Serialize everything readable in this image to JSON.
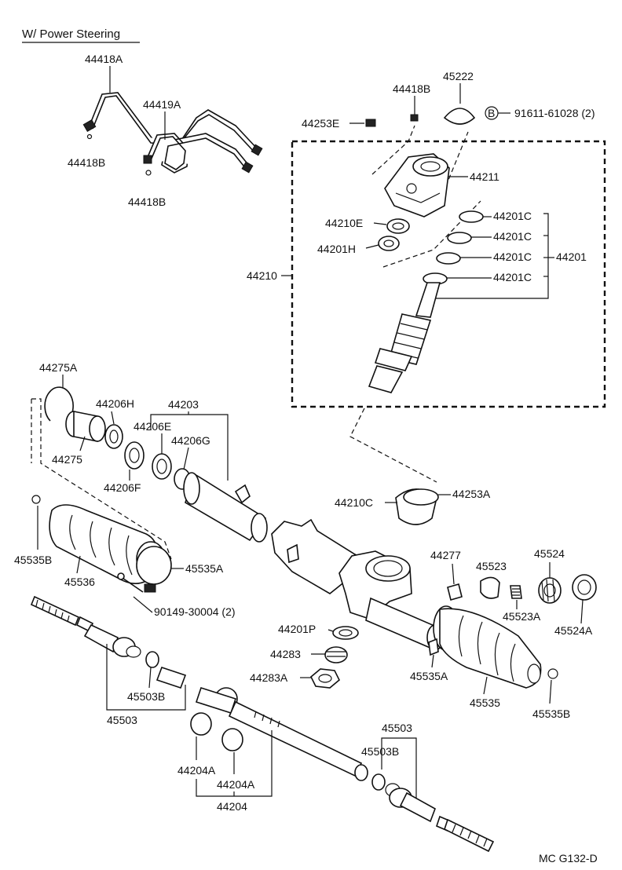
{
  "header": {
    "title": "W/ Power Steering"
  },
  "footer": {
    "code": "MC  G132-D"
  },
  "callouts": {
    "p44418A": "44418A",
    "p44418B_left": "44418B",
    "p44418B_bottom": "44418B",
    "p44419A": "44419A",
    "p44418B_top": "44418B",
    "p45222": "45222",
    "p44253E": "44253E",
    "p91611": "91611-61028 (2)",
    "p44211": "44211",
    "p44210E": "44210E",
    "p44201H": "44201H",
    "p44201C_1": "44201C",
    "p44201C_2": "44201C",
    "p44201C_3": "44201C",
    "p44201C_4": "44201C",
    "p44201": "44201",
    "p44210": "44210",
    "p44275A": "44275A",
    "p44206H": "44206H",
    "p44203": "44203",
    "p44206E": "44206E",
    "p44206G": "44206G",
    "p44275": "44275",
    "p44206F": "44206F",
    "p44210C": "44210C",
    "p44253A": "44253A",
    "p45535B_left": "45535B",
    "p45536": "45536",
    "p45535A_left": "45535A",
    "p90149": "90149-30004 (2)",
    "p44277": "44277",
    "p45523": "45523",
    "p45524": "45524",
    "p45523A": "45523A",
    "p45524A": "45524A",
    "p44201P": "44201P",
    "p44283": "44283",
    "p44283A": "44283A",
    "p45535A_right": "45535A",
    "p45535": "45535",
    "p45535B_right": "45535B",
    "p45503B_left": "45503B",
    "p45503_left": "45503",
    "p45503_right": "45503",
    "p45503B_right": "45503B",
    "p44204A_1": "44204A",
    "p44204A_2": "44204A",
    "p44204": "44204"
  },
  "circle_marker": "B"
}
